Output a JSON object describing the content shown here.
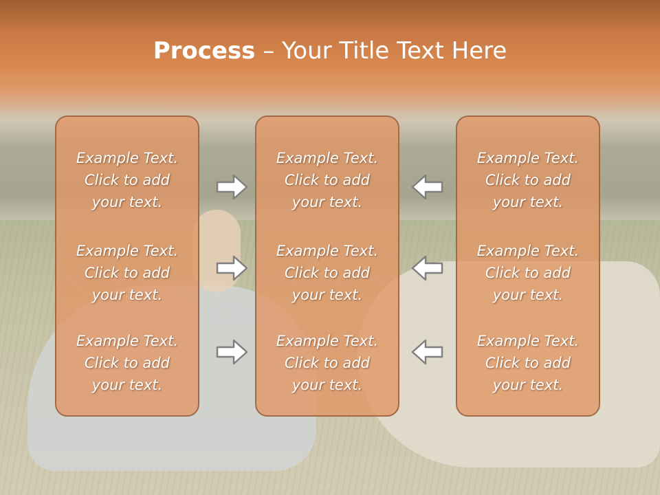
{
  "title": {
    "bold": "Process",
    "rest": " – Your Title Text Here"
  },
  "columns": [
    {
      "items": [
        {
          "line1": "Example Text.",
          "line2": "Click  to add",
          "line3": "your text."
        },
        {
          "line1": "Example Text.",
          "line2": "Click  to add",
          "line3": "your text."
        },
        {
          "line1": "Example Text.",
          "line2": "Click  to add",
          "line3": "your text."
        }
      ]
    },
    {
      "items": [
        {
          "line1": "Example Text.",
          "line2": "Click  to add",
          "line3": "your text."
        },
        {
          "line1": "Example Text.",
          "line2": "Click  to add",
          "line3": "your text."
        },
        {
          "line1": "Example Text.",
          "line2": "Click  to add",
          "line3": "your text."
        }
      ]
    },
    {
      "items": [
        {
          "line1": "Example Text.",
          "line2": "Click  to add",
          "line3": "your text."
        },
        {
          "line1": "Example Text.",
          "line2": "Click  to add",
          "line3": "your text."
        },
        {
          "line1": "Example Text.",
          "line2": "Click  to add",
          "line3": "your text."
        }
      ]
    }
  ],
  "arrows": {
    "left_group": "arrow-right-icon",
    "right_group": "arrow-left-icon"
  },
  "colors": {
    "title_band": "#c77844",
    "box_fill": "#e2966a",
    "box_border": "#a06a4a",
    "text": "#ffffff"
  }
}
